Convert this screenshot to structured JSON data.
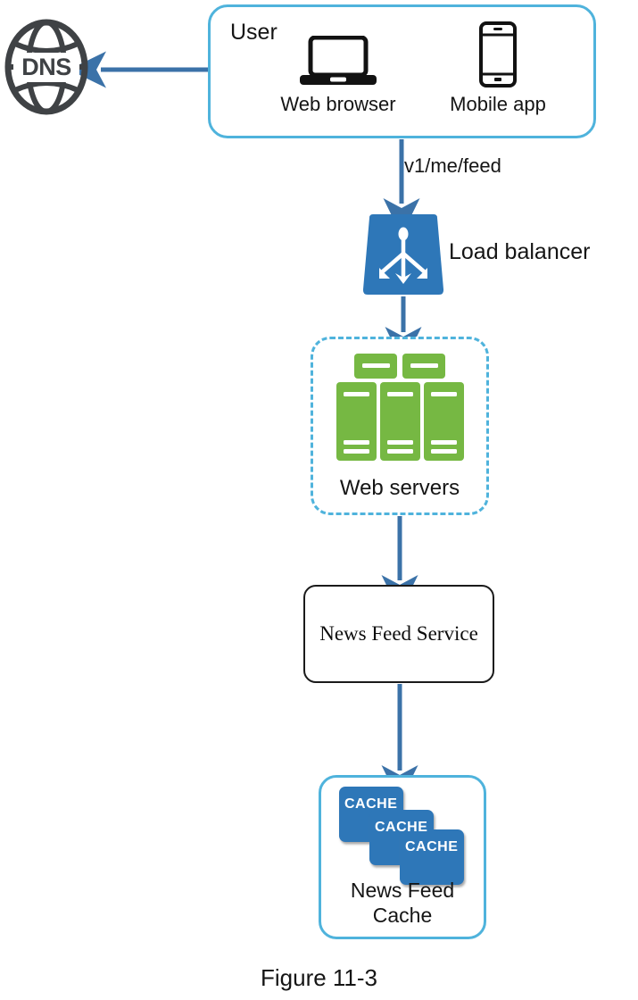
{
  "figure": {
    "caption": "Figure 11-3"
  },
  "colors": {
    "light_blue_border": "#4FB3DC",
    "arrow_blue": "#3B72A8",
    "load_balancer_blue": "#2E77B8",
    "cache_blue": "#2E77B8",
    "server_green": "#76B843",
    "dns_gray": "#3F4245",
    "text_black": "#151515",
    "background": "#FFFFFF"
  },
  "nodes": {
    "dns": {
      "label": "DNS",
      "icon": "globe-icon"
    },
    "user": {
      "title": "User",
      "devices": [
        {
          "label": "Web browser",
          "icon": "laptop-icon"
        },
        {
          "label": "Mobile app",
          "icon": "smartphone-icon"
        }
      ]
    },
    "load_balancer": {
      "label": "Load balancer",
      "icon": "load-balancer-icon"
    },
    "web_servers": {
      "label": "Web servers",
      "icon": "server-rack-icon",
      "server_count": 3
    },
    "news_feed_service": {
      "label": "News Feed Service"
    },
    "news_feed_cache": {
      "label_line1": "News Feed",
      "label_line2": "Cache",
      "cache_cards": [
        {
          "label": "CACHE"
        },
        {
          "label": "CACHE"
        },
        {
          "label": "CACHE"
        }
      ]
    }
  },
  "edges": [
    {
      "from": "user",
      "to": "dns",
      "label": ""
    },
    {
      "from": "user",
      "to": "load_balancer",
      "label": "v1/me/feed"
    },
    {
      "from": "load_balancer",
      "to": "web_servers",
      "label": ""
    },
    {
      "from": "web_servers",
      "to": "news_feed_service",
      "label": ""
    },
    {
      "from": "news_feed_service",
      "to": "news_feed_cache",
      "label": ""
    }
  ]
}
